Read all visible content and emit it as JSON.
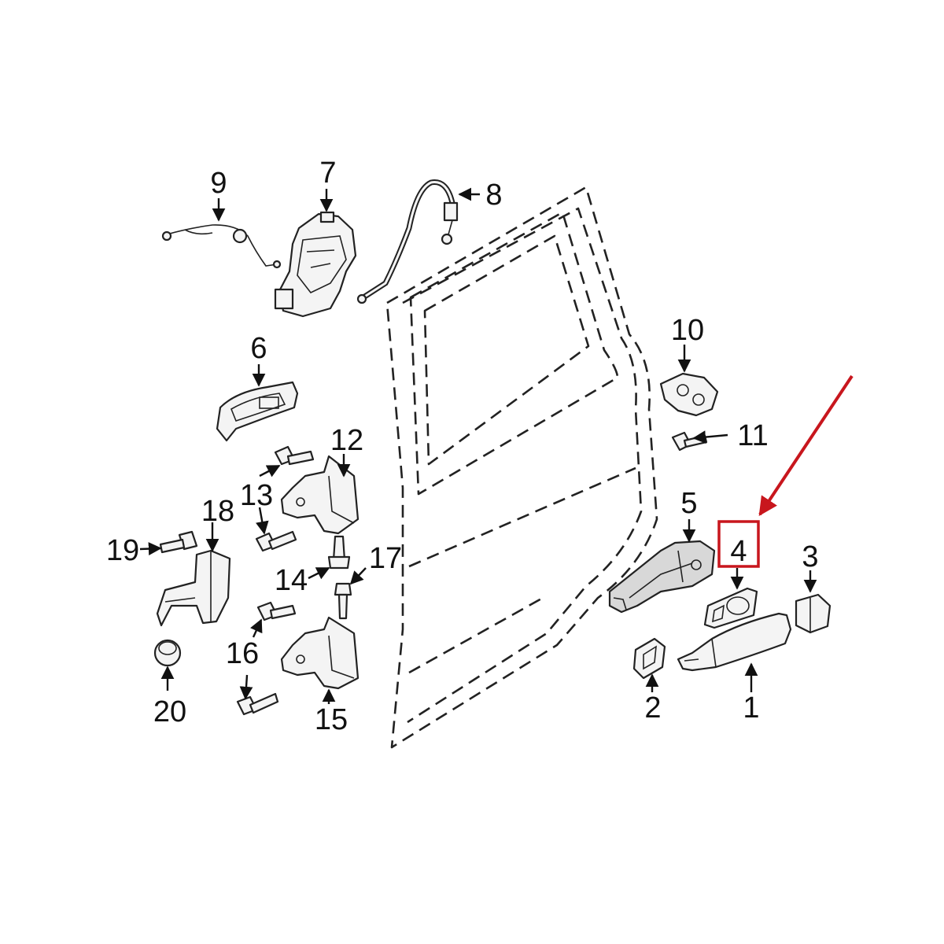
{
  "labels": {
    "p1": "1",
    "p2": "2",
    "p3": "3",
    "p4": "4",
    "p5": "5",
    "p6": "6",
    "p7": "7",
    "p8": "8",
    "p9": "9",
    "p10": "10",
    "p11": "11",
    "p12": "12",
    "p13": "13",
    "p14": "14",
    "p15": "15",
    "p16": "16",
    "p17": "17",
    "p18": "18",
    "p19": "19",
    "p20": "20"
  },
  "highlight": {
    "part": "4",
    "color": "#c8161d"
  },
  "colors": {
    "line": "#222222",
    "background": "#ffffff"
  }
}
